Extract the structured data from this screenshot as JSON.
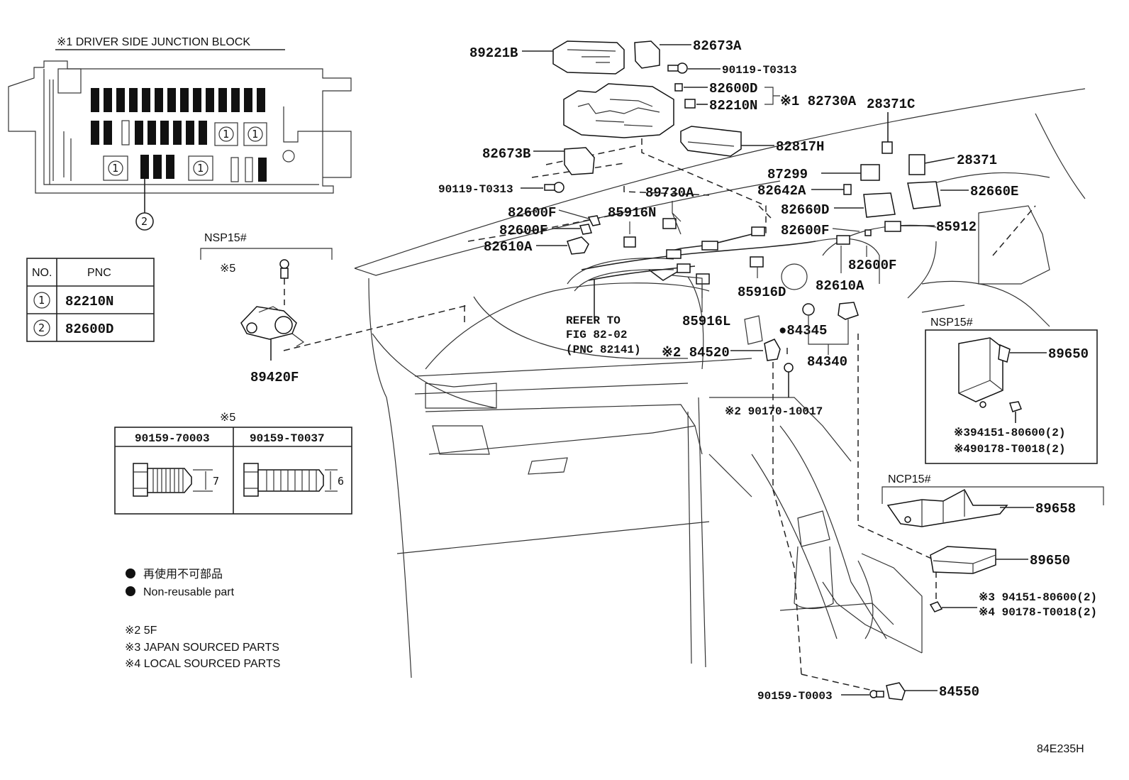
{
  "junction_block": {
    "title": "※1  DRIVER SIDE JUNCTION BLOCK",
    "fuse_marker": "1",
    "callout": "2"
  },
  "pnc_table": {
    "headers": [
      "NO.",
      "PNC"
    ],
    "rows": [
      {
        "no": "1",
        "pnc": "82210N"
      },
      {
        "no": "2",
        "pnc": "82600D"
      }
    ]
  },
  "nsp_left": {
    "label": "NSP15#",
    "screw_ref": "※5",
    "part": "89420F"
  },
  "bolt_table": {
    "ref": "※5",
    "headers": [
      "90159-70003",
      "90159-T0037"
    ],
    "dims": [
      "7",
      "6"
    ]
  },
  "legend": {
    "items": [
      "再使用不可部品",
      "Non-reusable part"
    ],
    "notes": [
      "※2 5F",
      "※3 JAPAN SOURCED PARTS",
      "※4 LOCAL SOURCED PARTS"
    ]
  },
  "parts": {
    "p89221B": "89221B",
    "p82673A": "82673A",
    "p90119_T0313_top": "90119-T0313",
    "p82600D": "82600D",
    "p82210N": "82210N",
    "p82730A": "※1 82730A",
    "p28371C": "28371C",
    "p82817H": "82817H",
    "p28371": "28371",
    "p82673B": "82673B",
    "p87299": "87299",
    "p90119_T0313_left": "90119-T0313",
    "p89730A": "89730A",
    "p82642A": "82642A",
    "p82660E": "82660E",
    "p82600F_a": "82600F",
    "p85916N": "85916N",
    "p82660D": "82660D",
    "p82600F_b": "82600F",
    "p82600F_c": "82600F",
    "p85912": "85912",
    "p82610A_left": "82610A",
    "p82600F_d": "82600F",
    "p85916D": "85916D",
    "p82610A_right": "82610A",
    "refer_line1": "REFER TO",
    "refer_line2": "FIG 82-02",
    "refer_line3": "(PNC 82141)",
    "p85916L": "85916L",
    "p84345": "●84345",
    "p84520": "※2 84520",
    "p84340": "84340",
    "p90170": "※2 90170-10017",
    "p90159_T0003": "90159-T0003",
    "p84550": "84550"
  },
  "nsp_right": {
    "label": "NSP15#",
    "part": "89650",
    "note1": "※394151-80600(2)",
    "note2": "※490178-T0018(2)"
  },
  "ncp_right": {
    "label": "NCP15#",
    "bracket": "89658",
    "part": "89650",
    "note1": "※3 94151-80600(2)",
    "note2": "※4 90178-T0018(2)"
  },
  "figure_id": "84E235H"
}
